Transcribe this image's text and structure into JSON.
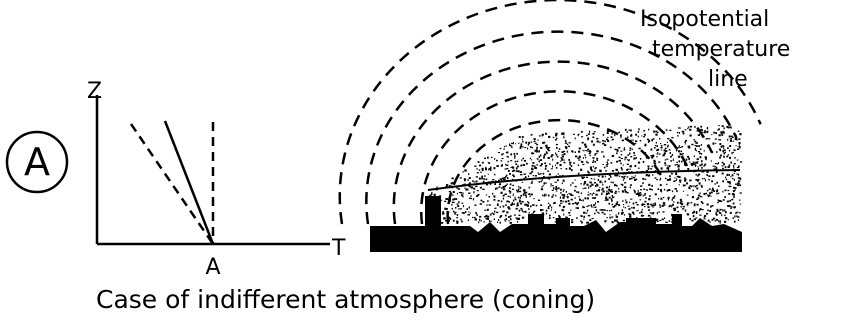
{
  "panel_label": "A",
  "graph": {
    "y_axis_label": "Z",
    "x_axis_label": "T",
    "origin_label": "A"
  },
  "annotation": {
    "line1": "Isopotential",
    "line2": "temperature",
    "line3": "line"
  },
  "caption": "Case of indifferent atmosphere (coning)",
  "colors": {
    "ink": "#000000",
    "background": "#ffffff"
  }
}
